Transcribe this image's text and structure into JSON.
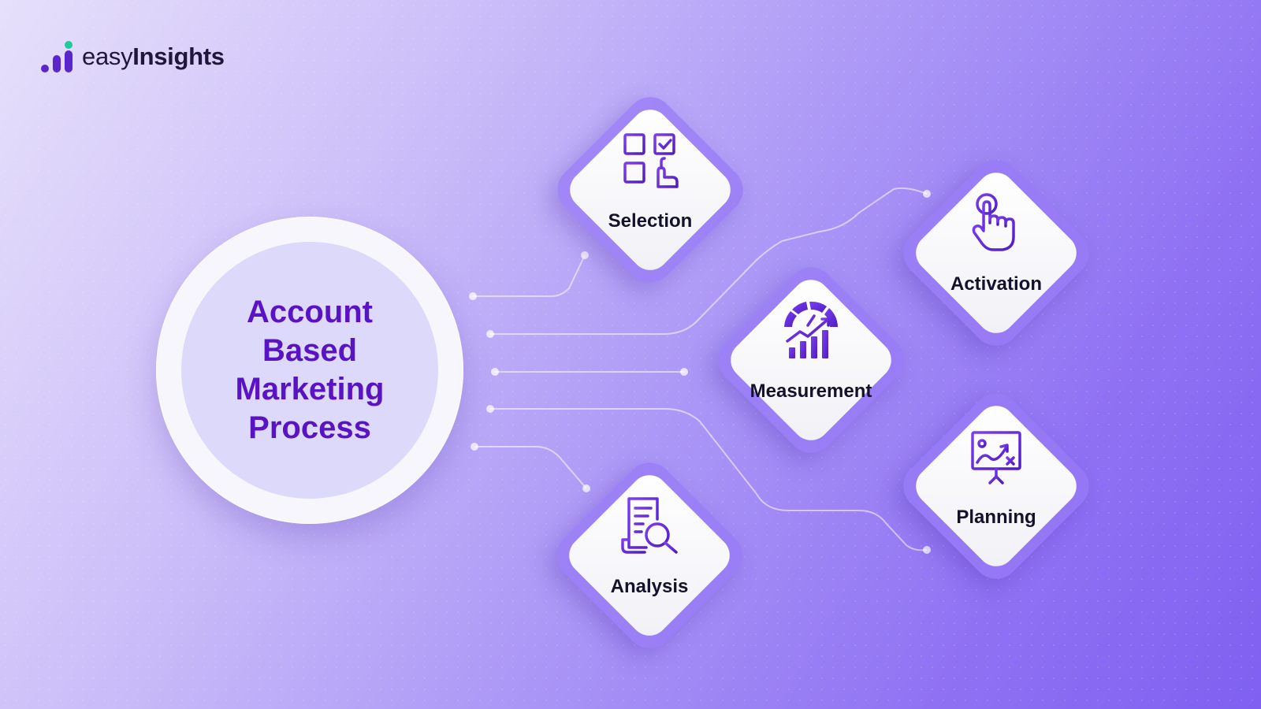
{
  "brand": {
    "name_light": "easy",
    "name_bold": "Insights"
  },
  "hub": {
    "title": "Account Based Marketing Process"
  },
  "steps": [
    {
      "label": "Selection",
      "icon": "selection-checklist-icon"
    },
    {
      "label": "Activation",
      "icon": "tap-pointer-icon"
    },
    {
      "label": "Measurement",
      "icon": "gauge-growth-chart-icon"
    },
    {
      "label": "Planning",
      "icon": "strategy-board-icon"
    },
    {
      "label": "Analysis",
      "icon": "document-search-icon"
    }
  ],
  "colors": {
    "accent": "#5a13c3",
    "icon": "#6a2fe0",
    "label": "#14122a",
    "logo_green": "#22c99a",
    "logo_purple": "#5b26c9"
  }
}
